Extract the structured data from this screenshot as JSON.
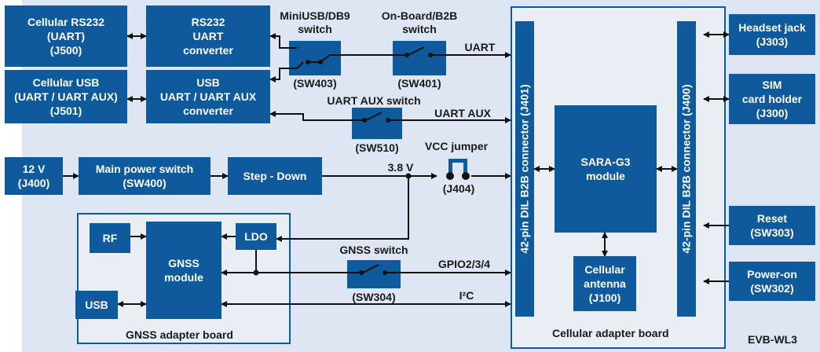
{
  "blocks": {
    "cellular_rs232": "Cellular RS232\n(UART)\n(J500)",
    "rs232_converter": "RS232\nUART\nconverter",
    "cellular_usb": "Cellular USB\n(UART / UART AUX)\n(J501)",
    "usb_converter": "USB\nUART / UART AUX\nconverter",
    "power_in": "12 V\n(J400)",
    "main_power_switch": "Main power switch\n(SW400)",
    "step_down": "Step - Down",
    "rf": "RF",
    "gnss_module": "GNSS\nmodule",
    "ldo": "LDO",
    "usb": "USB",
    "dil_left": "42-pin  DIL B2B connector (J401)",
    "dil_right": "42-pin  DIL B2B connector (J400)",
    "sara": "SARA-G3\nmodule",
    "cellular_antenna": "Cellular\nantenna\n(J100)",
    "headset": "Headset jack\n(J303)",
    "sim": "SIM\ncard holder\n(J300)",
    "reset": "Reset\n(SW303)",
    "power_on": "Power-on\n(SW302)"
  },
  "labels": {
    "miniusb_switch": "MiniUSB/DB9\nswitch",
    "onboard_switch": "On-Board/B2B\nswitch",
    "sw403": "(SW403)",
    "sw401": "(SW401)",
    "uart": "UART",
    "uart_aux_switch": "UART AUX switch",
    "uart_aux": "UART AUX",
    "sw510": "(SW510)",
    "vcc_jumper": "VCC jumper",
    "voltage": "3.8 V",
    "j404": "(J404)",
    "gnss_switch": "GNSS switch",
    "gpio": "GPIO2/3/4",
    "sw304": "(SW304)",
    "i2c": "I²C",
    "gnss_board": "GNSS adapter board",
    "cellular_board": "Cellular adapter board",
    "evb": "EVB-WL3"
  },
  "colors": {
    "block": "#0e5a9c",
    "background": "#dde6f2",
    "frame": "#e9eef5",
    "line": "#111111"
  }
}
